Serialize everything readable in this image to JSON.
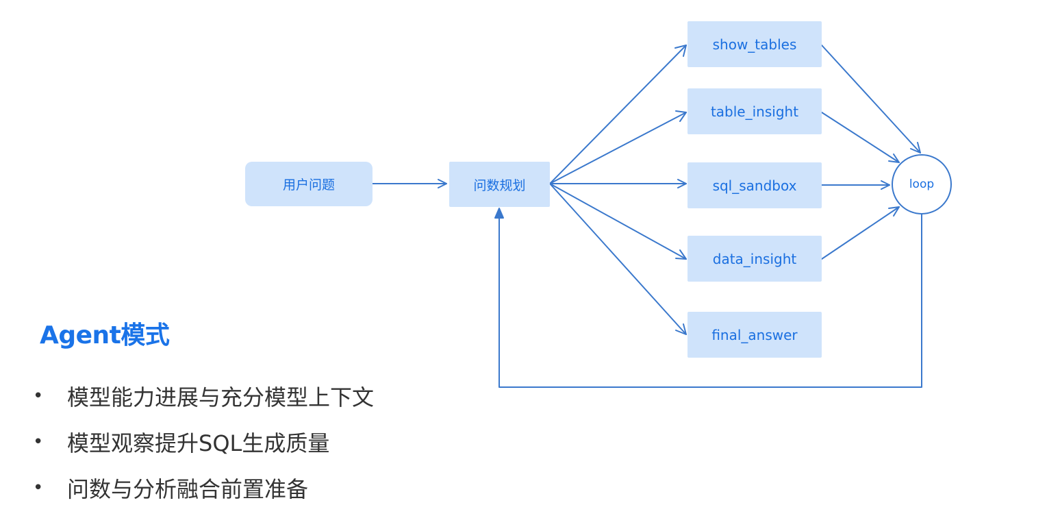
{
  "diagram": {
    "nodes": {
      "user_question": "用户问题",
      "planning": "问数规划",
      "show_tables": "show_tables",
      "table_insight": "table_insight",
      "sql_sandbox": "sql_sandbox",
      "data_insight": "data_insight",
      "final_answer": "final_answer",
      "loop": "loop"
    },
    "colors": {
      "node_fill": "#cfe3fb",
      "node_text": "#1a6fe0",
      "edge": "#3a78cc"
    }
  },
  "section": {
    "title": "Agent模式",
    "title_color": "#1a73e8",
    "bullet": "•",
    "items": [
      "模型能力进展与充分模型上下文",
      "模型观察提升SQL生成质量",
      "问数与分析融合前置准备"
    ]
  }
}
